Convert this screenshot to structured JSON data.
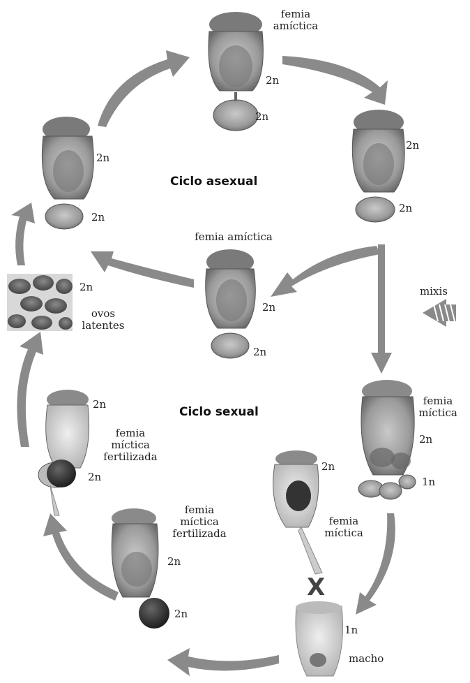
{
  "diagram": {
    "titles": {
      "asexual": "Ciclo asexual",
      "sexual": "Ciclo sexual"
    },
    "labels": {
      "top_female": "femia\namíctica",
      "mid_female": "femia amíctica",
      "mictic_female_right": "femia\nmíctica",
      "mictic_female_center": "femia\nmíctica",
      "fertilized_female_left": "femia\nmíctica\nfertilizada",
      "fertilized_female_bottom": "femia\nmíctica\nfertilizada",
      "latent_eggs": "ovos\nlatentes",
      "mixis": "mixis",
      "male": "macho",
      "cross": "X"
    },
    "ploidy": {
      "diploid": "2n",
      "haploid": "1n"
    },
    "colors": {
      "arrow": "#8a8a8a",
      "arrow_dark": "#6f6f6f",
      "body": "#9c9c9c",
      "body_dark": "#5a5a5a",
      "egg": "#3a3a3a"
    }
  }
}
